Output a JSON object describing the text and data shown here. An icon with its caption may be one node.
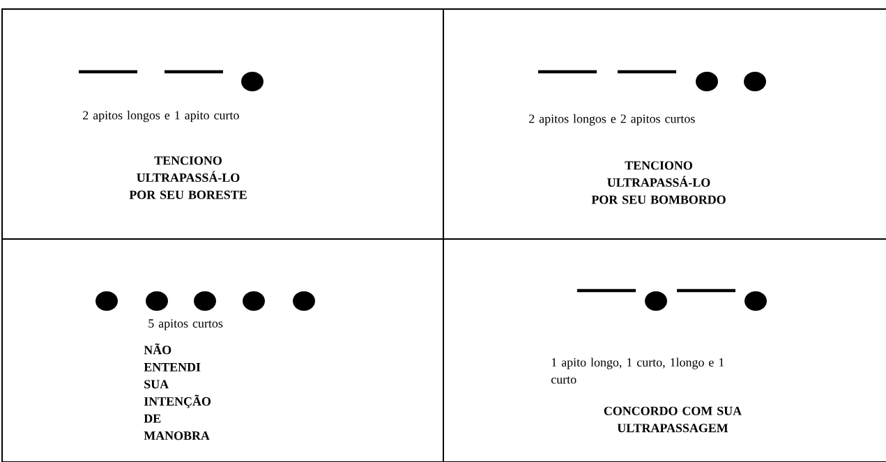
{
  "diagram": {
    "nodes": [
      {
        "text": [
          "2 apitos longos e 1 apito curto",
          "TENCIONO ULTRAPASSÁ-LO POR SEU BORESTE"
        ]
      },
      {
        "text": [
          "2 apitos longos e 2 apitos curtos",
          "TENCIONO ULTRAPASSÁ-LO POR SEU BOMBORDO"
        ]
      },
      {
        "text": [
          "5 apitos curtos",
          "NÃO ENTENDI SUA INTENÇÃO DE MANOBRA"
        ]
      },
      {
        "text": [
          "1 apito longo, 1 curto, 1longo e 1 curto",
          "CONCORDO COM SUA ULTRAPASSAGEM"
        ]
      }
    ]
  }
}
